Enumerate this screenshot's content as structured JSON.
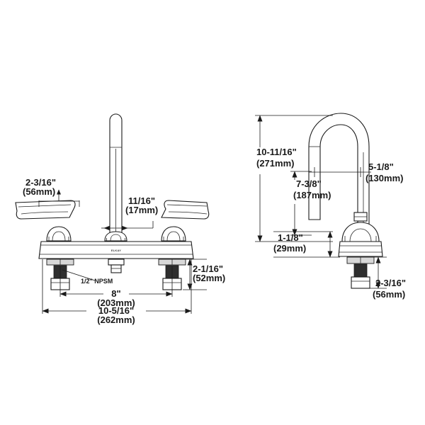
{
  "drawing": {
    "title": "Two-handle deck-mount faucet dimensional drawing",
    "line_color": "#1a1a1a",
    "background_color": "#ffffff",
    "brand_logo_text": "ELKAY"
  },
  "front_view": {
    "name": "front-elevation-view",
    "dimensions": {
      "handle_height": {
        "imperial": "2-3/16\"",
        "metric": "(56mm)"
      },
      "spout_diameter": {
        "imperial": "11/16\"",
        "metric": "(17mm)"
      },
      "shank_length": {
        "imperial": "2-1/16\"",
        "metric": "(52mm)"
      },
      "center_to_center": {
        "imperial": "8\"",
        "metric": "(203mm)"
      },
      "overall_width": {
        "imperial": "10-5/16\"",
        "metric": "(262mm)"
      }
    },
    "callouts": {
      "thread_spec": "1/2\" NPSM"
    }
  },
  "side_view": {
    "name": "side-elevation-view",
    "dimensions": {
      "overall_height": {
        "imperial": "10-11/16\"",
        "metric": "(271mm)"
      },
      "spout_height": {
        "imperial": "7-3/8\"",
        "metric": "(187mm)"
      },
      "base_height": {
        "imperial": "1-1/8\"",
        "metric": "(29mm)"
      },
      "spout_reach": {
        "imperial": "5-1/8\"",
        "metric": "(130mm)"
      },
      "shank_length": {
        "imperial": "2-3/16\"",
        "metric": "(56mm)"
      }
    }
  }
}
